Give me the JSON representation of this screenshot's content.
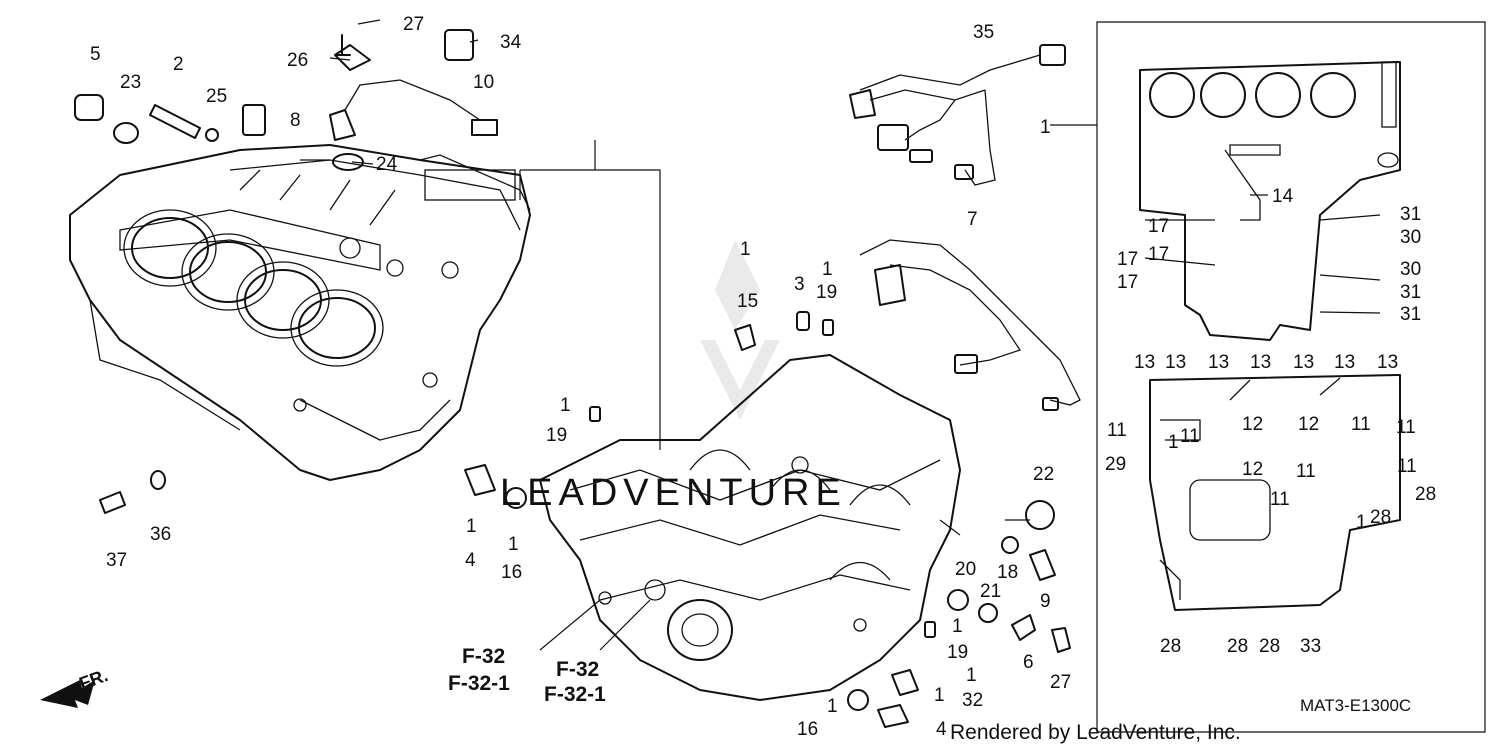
{
  "diagram": {
    "code": "MAT3-E1300C",
    "credit": "Rendered by LeadVenture, Inc.",
    "direction": "FR.",
    "watermark": "LEADVENTURE",
    "refs": [
      "F-32",
      "F-32-1",
      "F-32",
      "F-32-1"
    ]
  },
  "labels": [
    "5",
    "23",
    "2",
    "25",
    "8",
    "27",
    "26",
    "34",
    "10",
    "24",
    "35",
    "1",
    "14",
    "17",
    "31",
    "17",
    "30",
    "17",
    "30",
    "17",
    "31",
    "31",
    "7",
    "1",
    "15",
    "3",
    "1",
    "19",
    "13",
    "13",
    "13",
    "13",
    "13",
    "13",
    "13",
    "11",
    "11",
    "12",
    "12",
    "11",
    "11",
    "29",
    "12",
    "11",
    "11",
    "11",
    "28",
    "28",
    "1",
    "19",
    "1",
    "4",
    "1",
    "16",
    "37",
    "36",
    "22",
    "20",
    "21",
    "18",
    "9",
    "1",
    "19",
    "6",
    "27",
    "1",
    "32",
    "1",
    "16",
    "4",
    "1",
    "28",
    "28",
    "28",
    "33",
    "1",
    "1"
  ]
}
